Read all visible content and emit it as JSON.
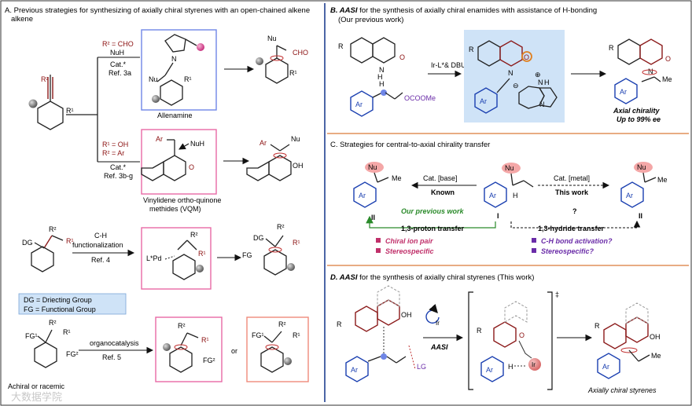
{
  "colors": {
    "divider_blue": "#1f3f8f",
    "divider_orange": "#e0905a",
    "box_blue": "#6f86e6",
    "box_pink": "#e86aa6",
    "box_salmon": "#f08a7a",
    "panel_b_fill": "#cfe3f7",
    "legend_fill": "#cfe3f7",
    "ligand_ball": "#e0559b",
    "ball_grey": "#8a8a8a",
    "nu_ellipse": "#f4a7a7"
  },
  "panelA": {
    "title": "A. Previous strategies for synthesizing of axially chiral styrenes with an open-chained alkene",
    "title_line2": "alkene",
    "start_r2": "R²",
    "start_r1": "R¹",
    "route1": {
      "cond1": "R² = CHO",
      "cond2": "NuH",
      "cat": "Cat.*",
      "ref": "Ref. 3a",
      "intermediate": "Allenamine",
      "nu": "Nu",
      "n": "N",
      "r1": "R¹",
      "prod_cho": "CHO",
      "prod_nu": "Nu"
    },
    "route2": {
      "cond1": "R¹ = OH",
      "cond2": "R² = Ar",
      "cat": "Cat.*",
      "ref": "Ref. 3b-g",
      "ar": "Ar",
      "nuh": "NuH",
      "o": "O",
      "vqm1": "Vinylidene ortho-quinone",
      "vqm2": "methides (VQM)",
      "prod_ar": "Ar",
      "prod_nu": "Nu",
      "prod_oh": "OH"
    },
    "route3": {
      "dg": "DG",
      "r2": "R²",
      "r1": "R¹",
      "cond1": "C-H",
      "cond2": "functionalization",
      "ref": "Ref. 4",
      "lpd": "L*Pd",
      "prod_dg": "DG",
      "prod_fg": "FG",
      "prod_r2": "R²",
      "prod_r1": "R¹"
    },
    "legend": {
      "dg": "DG = Driecting Group",
      "fg": "FG = Functional Group"
    },
    "route4": {
      "fg1": "FG¹",
      "r2": "R²",
      "r1": "R¹",
      "fg2": "FG²",
      "cond": "organocatalysis",
      "ref": "Ref. 5",
      "or": "or",
      "caption": "Achiral or racemic"
    }
  },
  "panelB": {
    "title_bold": "B. AASI",
    "title_rest": " for the synthesis of axially chiral enamides with assistance of H-bonding",
    "subtitle": "(Our previous work)",
    "r": "R",
    "n": "N",
    "h": "H",
    "o": "O",
    "ar": "Ar",
    "ococome": "OCOOMe",
    "cond": "Ir-L*& DBU",
    "nh_plus": "⊕",
    "n_label": "N",
    "h_label": "H",
    "minus": "⊖",
    "me": "Me",
    "result1": "Axial chirality",
    "result2": "Up to 99% ee"
  },
  "panelC": {
    "title": "C. Strategies for central-to-axial chirality transfer",
    "nu": "Nu",
    "me": "Me",
    "ar": "Ar",
    "h": "H",
    "cat_base": "Cat. [base]",
    "known": "Known",
    "cat_metal": "Cat. [metal]",
    "this_work": "This work",
    "label_I": "I",
    "label_II": "II",
    "our_prev": "Our previous work",
    "question": "?",
    "proton": "1,3-proton transfer",
    "hydride": "1,3-hydride transfer",
    "left_b1": "Chiral ion pair",
    "left_b2": "Stereospecific",
    "right_b1": "C-H bond activation?",
    "right_b2": "Stereospecific?"
  },
  "panelD": {
    "title_bold": "D. AASI",
    "title_rest": " for the synthesis of axially chiral styrenes (This work)",
    "r": "R",
    "oh": "OH",
    "lg": "LG",
    "ar": "Ar",
    "ir": "Ir",
    "aasi": "AASI",
    "dagger": "‡",
    "o": "O",
    "h": "H",
    "me": "Me",
    "result": "Axially chiral styrenes"
  },
  "watermark": "大数据学院"
}
